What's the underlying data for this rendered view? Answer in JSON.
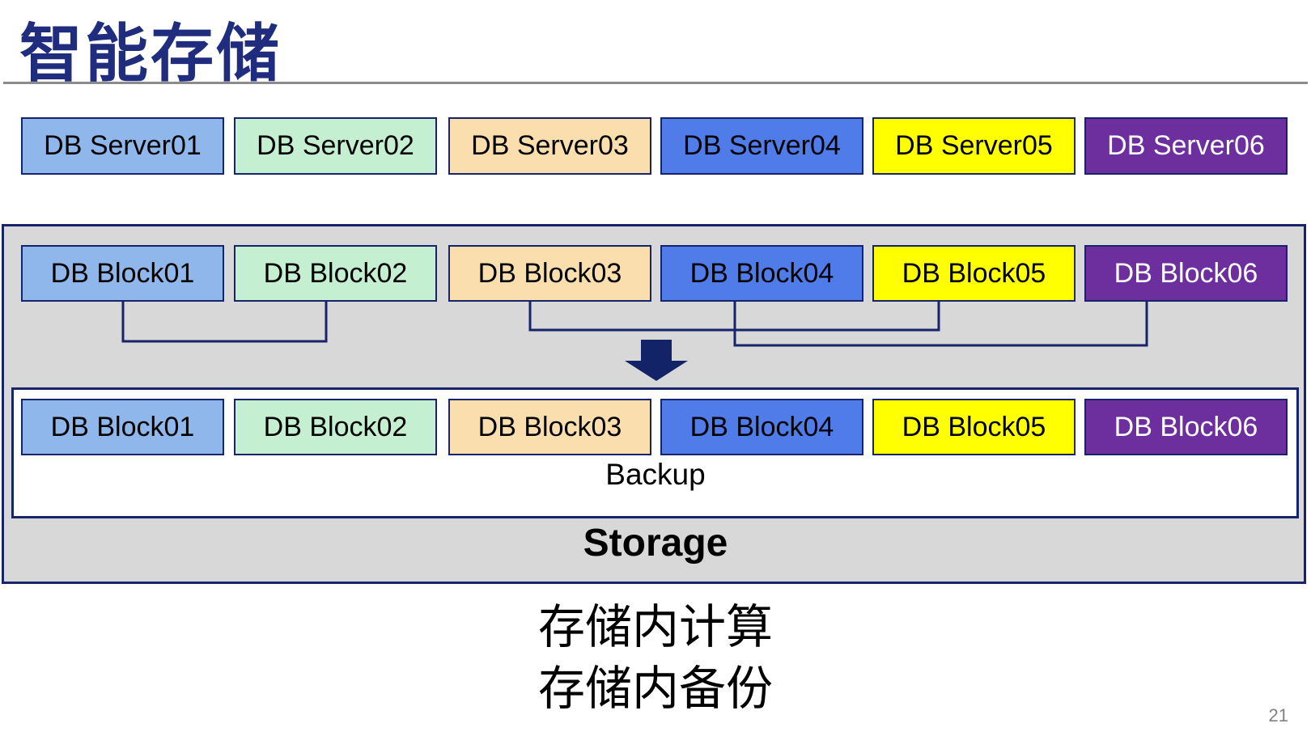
{
  "title": "智能存储",
  "page_number": "21",
  "captions": {
    "line1": "存储内计算",
    "line2": "存储内备份"
  },
  "colors": {
    "title_navy": "#202D7E",
    "border_navy": "#17246B",
    "arrow_navy": "#122368",
    "container_gray": "#D8D8D8",
    "box_light_blue": "#8FB7EC",
    "box_mint_green": "#C4EFD0",
    "box_wheat": "#FBDEAE",
    "box_royal_blue": "#4F7CE8",
    "box_yellow": "#FFFF00",
    "box_purple": "#6E2F9E"
  },
  "servers": [
    {
      "label": "DB Server01",
      "bg": "#8FB7EC",
      "fg": "#000000"
    },
    {
      "label": "DB Server02",
      "bg": "#C4EFD0",
      "fg": "#000000"
    },
    {
      "label": "DB Server03",
      "bg": "#FBDEAE",
      "fg": "#000000"
    },
    {
      "label": "DB Server04",
      "bg": "#4F7CE8",
      "fg": "#000000"
    },
    {
      "label": "DB Server05",
      "bg": "#FFFF00",
      "fg": "#000000"
    },
    {
      "label": "DB Server06",
      "bg": "#6E2F9E",
      "fg": "#FFFFFF"
    }
  ],
  "blocks_top": [
    {
      "label": "DB Block01",
      "bg": "#8FB7EC",
      "fg": "#000000"
    },
    {
      "label": "DB Block02",
      "bg": "#C4EFD0",
      "fg": "#000000"
    },
    {
      "label": "DB Block03",
      "bg": "#FBDEAE",
      "fg": "#000000"
    },
    {
      "label": "DB Block04",
      "bg": "#4F7CE8",
      "fg": "#000000"
    },
    {
      "label": "DB Block05",
      "bg": "#FFFF00",
      "fg": "#000000"
    },
    {
      "label": "DB Block06",
      "bg": "#6E2F9E",
      "fg": "#FFFFFF"
    }
  ],
  "blocks_bottom": [
    {
      "label": "DB Block01",
      "bg": "#8FB7EC",
      "fg": "#000000"
    },
    {
      "label": "DB Block02",
      "bg": "#C4EFD0",
      "fg": "#000000"
    },
    {
      "label": "DB Block03",
      "bg": "#FBDEAE",
      "fg": "#000000"
    },
    {
      "label": "DB Block04",
      "bg": "#4F7CE8",
      "fg": "#000000"
    },
    {
      "label": "DB Block05",
      "bg": "#FFFF00",
      "fg": "#000000"
    },
    {
      "label": "DB Block06",
      "bg": "#6E2F9E",
      "fg": "#FFFFFF"
    }
  ],
  "backup_label": "Backup",
  "storage_label": "Storage"
}
